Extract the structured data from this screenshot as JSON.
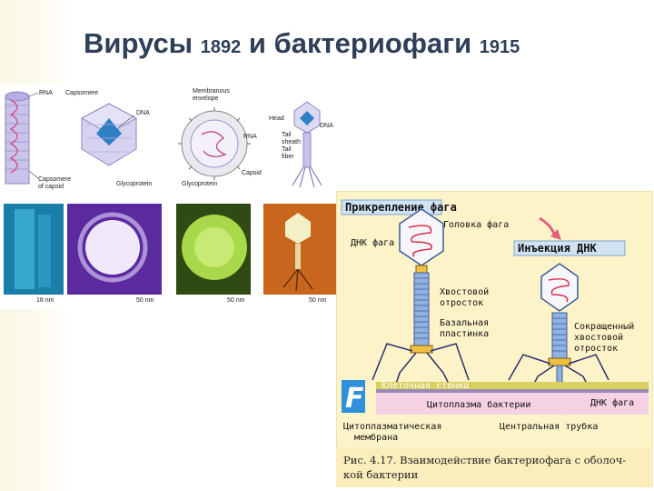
{
  "slide": {
    "title_text": "Вирусы",
    "year1": "1892",
    "conj": "и бактериофаги",
    "year2": "1915"
  },
  "left_figure": {
    "labels": {
      "rna": "RNA",
      "capsomere": "Capsomere",
      "dna": "DNA",
      "membranous": "Membranous",
      "envelope": "envelope",
      "head": "Head",
      "tail": "Tail",
      "sheath": "sheath",
      "fiber": "fiber",
      "rna2": "RNA",
      "dna2": "DNA",
      "capsomere_of": "Capsomere",
      "of_capsid": "of capsid",
      "glycoprotein": "Glycoprotein",
      "glycoprotein2": "Glycoprotein",
      "capsid": "Capsid",
      "scale1": "18 nm",
      "scale2": "50 nm",
      "scale3": "50 nm",
      "scale4": "50 nm"
    }
  },
  "right_figure": {
    "attach_title": "Прикрепление фага",
    "head_label": "Головка фага",
    "dna_label": "ДНК фага",
    "injection_title": "Инъекция ДНК",
    "tail_label_1": "Хвостовой",
    "tail_label_2": "отросток",
    "basal_1": "Базальная",
    "basal_2": "пластинка",
    "contracted_1": "Сокращенный",
    "contracted_2": "хвостовой",
    "contracted_3": "отросток",
    "cell_wall": "Клеточная стенка",
    "cytoplasm": "Цитоплазма бактерии",
    "dna_phage2": "ДНК фага",
    "membrane_1": "Цитоплазматическая",
    "membrane_2": "мембрана",
    "central_tube": "Центральная трубка",
    "letter_f": "F",
    "caption_1": "Рис. 4.17. Взаимодействие бактериофага с оболоч-",
    "caption_2": "кой бактерии"
  }
}
